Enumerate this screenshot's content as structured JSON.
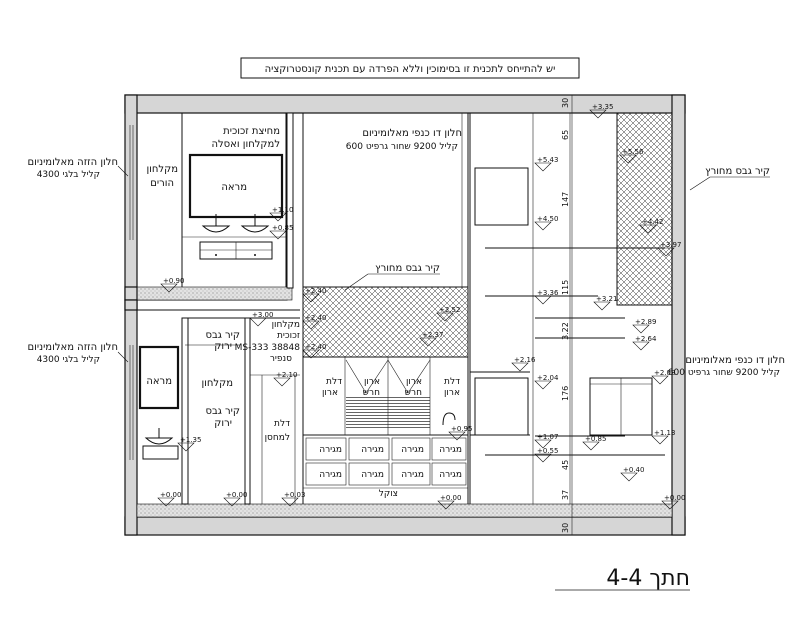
{
  "header_note": "יש להתייחס לתכנית זו בסימוכין וללא הפרדה עם תכנית קונסטרוקציה",
  "section_title": "חתך 4-4",
  "labels": {
    "window_left_top": "חלון הזזה מאלומיניום",
    "window_left_top_sub": "קליל בלגי 4300",
    "window_left_bottom": "חלון הזזה מאלומיניום",
    "window_left_bottom_sub": "קליל בלגי 4300",
    "glass_partition_1": "מחיצת זכוכית",
    "glass_partition_2": "למקלחון ואסלה",
    "parents_shower_1": "מקלחון",
    "parents_shower_2": "הורים",
    "mirror_top": "מראה",
    "mirror_bottom": "מראה",
    "shower_bottom": "מקלחון",
    "gypsum_green_1_a": "קיר גבס",
    "gypsum_green_1_b": "ירוק",
    "gypsum_green_2_a": "קיר גבס",
    "gypsum_green_2_b": "ירוק",
    "glass_shower_1": "מקלחון",
    "glass_shower_2": "זכוכית",
    "model_1": "MS-333 38848",
    "model_2": "סנפיר",
    "storage_door_1": "דלת",
    "storage_door_2": "למחסן",
    "window_top_1": "חלון דו כנפי מאלומיניום",
    "window_top_2": "קליל 9200 שחור גרפיט 600",
    "perforated_gypsum_top": "קיר גבס מחורץ",
    "perforated_gypsum_right": "קיר גבס מחורץ",
    "door_closet_left_1": "דלת",
    "door_closet_left_2": "ארון",
    "closet_shelves_1_a": "ארון",
    "closet_shelves_1_b": "חרש",
    "closet_shelves_2_a": "ארון",
    "closet_shelves_2_b": "חרש",
    "door_closet_right_1": "דלת",
    "door_closet_right_2": "ארון",
    "drawer": "מגירה",
    "plinth": "צוקל",
    "window_right_1": "חלון דו כנפי מאלומיניום",
    "window_right_2": "קליל 9200 שחור גרפיט 600"
  },
  "levels": [
    "+3.35",
    "+5.43",
    "+5.56",
    "+4.50",
    "+4.42",
    "+3.97",
    "+3.36",
    "+3.21",
    "+2.89",
    "+2.64",
    "+2.16",
    "+2.08",
    "+2.04",
    "+1.07",
    "+0.85",
    "+1.13",
    "+0.55",
    "+0.40",
    "+0.00",
    "+1.10",
    "+0.85",
    "+0.90",
    "+3.00",
    "+2.10",
    "+1.35",
    "+0.00",
    "+0.00",
    "+0.03",
    "+2.40",
    "+2.40",
    "+2.52",
    "+2.37",
    "+2.40",
    "+0.95",
    "+0.00"
  ],
  "dimensions": [
    "30",
    "65",
    "147",
    "115",
    "3.22",
    "176",
    "45",
    "37",
    "30"
  ]
}
